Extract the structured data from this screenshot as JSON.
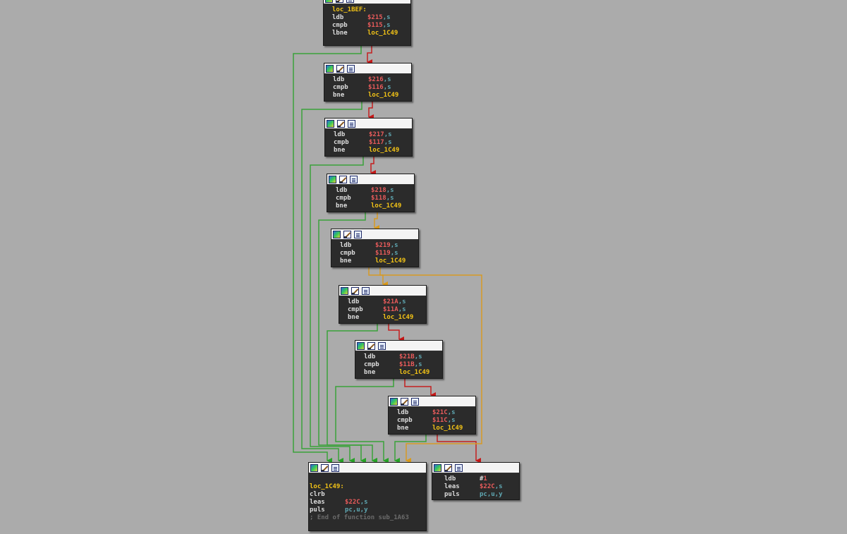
{
  "colors": {
    "background": "#ababab",
    "node_fill": "#2b2b2b",
    "label": "#f2c316",
    "mnemonic": "#dcdcdc",
    "address": "#e85b5b",
    "register": "#5fa8b3",
    "comment": "#6b6b6b",
    "edge_true": "#3aa23a",
    "edge_false": "#c42020",
    "edge_unconditional": "#d79a24"
  },
  "toolbar_icons": [
    "graph-overview-icon",
    "edit-node-icon",
    "xrefs-icon"
  ],
  "nodes": [
    {
      "id": "n0",
      "label": "loc_1BEF:",
      "lines": [
        {
          "mn": "ldb",
          "addr": "$215",
          "reg": ",s"
        },
        {
          "mn": "cmpb",
          "addr": "$115",
          "reg": ",s"
        },
        {
          "mn": "lbne",
          "target": "loc_1C49"
        }
      ]
    },
    {
      "id": "n1",
      "lines": [
        {
          "mn": "ldb",
          "addr": "$216",
          "reg": ",s"
        },
        {
          "mn": "cmpb",
          "addr": "$116",
          "reg": ",s"
        },
        {
          "mn": "bne",
          "target": "loc_1C49"
        }
      ]
    },
    {
      "id": "n2",
      "lines": [
        {
          "mn": "ldb",
          "addr": "$217",
          "reg": ",s"
        },
        {
          "mn": "cmpb",
          "addr": "$117",
          "reg": ",s"
        },
        {
          "mn": "bne",
          "target": "loc_1C49"
        }
      ]
    },
    {
      "id": "n3",
      "lines": [
        {
          "mn": "ldb",
          "addr": "$218",
          "reg": ",s"
        },
        {
          "mn": "cmpb",
          "addr": "$118",
          "reg": ",s"
        },
        {
          "mn": "bne",
          "target": "loc_1C49"
        }
      ]
    },
    {
      "id": "n4",
      "lines": [
        {
          "mn": "ldb",
          "addr": "$219",
          "reg": ",s"
        },
        {
          "mn": "cmpb",
          "addr": "$119",
          "reg": ",s"
        },
        {
          "mn": "bne",
          "target": "loc_1C49"
        }
      ]
    },
    {
      "id": "n5",
      "lines": [
        {
          "mn": "ldb",
          "addr": "$21A",
          "reg": ",s"
        },
        {
          "mn": "cmpb",
          "addr": "$11A",
          "reg": ",s"
        },
        {
          "mn": "bne",
          "target": "loc_1C49"
        }
      ]
    },
    {
      "id": "n6",
      "lines": [
        {
          "mn": "ldb",
          "addr": "$21B",
          "reg": ",s"
        },
        {
          "mn": "cmpb",
          "addr": "$11B",
          "reg": ",s"
        },
        {
          "mn": "bne",
          "target": "loc_1C49"
        }
      ]
    },
    {
      "id": "n7",
      "lines": [
        {
          "mn": "ldb",
          "addr": "$21C",
          "reg": ",s"
        },
        {
          "mn": "cmpb",
          "addr": "$11C",
          "reg": ",s"
        },
        {
          "mn": "bne",
          "target": "loc_1C49"
        }
      ]
    },
    {
      "id": "n8",
      "label": "loc_1C49:",
      "lines": [
        {
          "mn": "clrb"
        },
        {
          "mn": "leas",
          "addr": "$22C",
          "reg": ",s"
        },
        {
          "mn": "puls",
          "reg": "pc,u,y"
        }
      ],
      "comment": "; End of function sub_1A63"
    },
    {
      "id": "n9",
      "lines": [
        {
          "mn": "ldb",
          "imm": "#",
          "addr": "1"
        },
        {
          "mn": "leas",
          "addr": "$22C",
          "reg": ",s"
        },
        {
          "mn": "puls",
          "reg": "pc,u,y"
        }
      ]
    }
  ]
}
